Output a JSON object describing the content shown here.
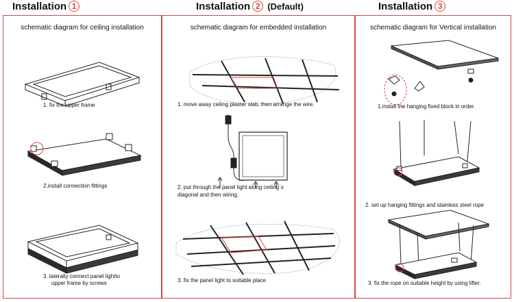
{
  "headers": [
    {
      "label": "Installation",
      "number": "1",
      "suffix": ""
    },
    {
      "label": "Installation",
      "number": "2",
      "suffix": "(Default)"
    },
    {
      "label": "Installation",
      "number": "3",
      "suffix": ""
    }
  ],
  "panels": [
    {
      "title": "schematic diagram for ceiling installation",
      "steps": [
        "1. fix the upper frame",
        "2.install connection fittings",
        "3. laterally connect panel lightto",
        "upper frame by screws"
      ]
    },
    {
      "title": "schematic diagram for embedded installation",
      "steps": [
        "1.   move away ceiling plaster slab, then arrange the wire.",
        "2.   put through the panel light along ceiling`s",
        "diagonal and then wiring.",
        "3.     fix the panel light to suitable place"
      ]
    },
    {
      "title": "schematic diagram for Vertical  installation",
      "steps": [
        "1.install the hanging fixed block in order.",
        "2.  set up hanging fittings and stainless steel rope",
        "3. fix the rope on suitable height by using lifter."
      ]
    }
  ],
  "colors": {
    "border": "#c9494a",
    "accent": "#e0443e"
  }
}
